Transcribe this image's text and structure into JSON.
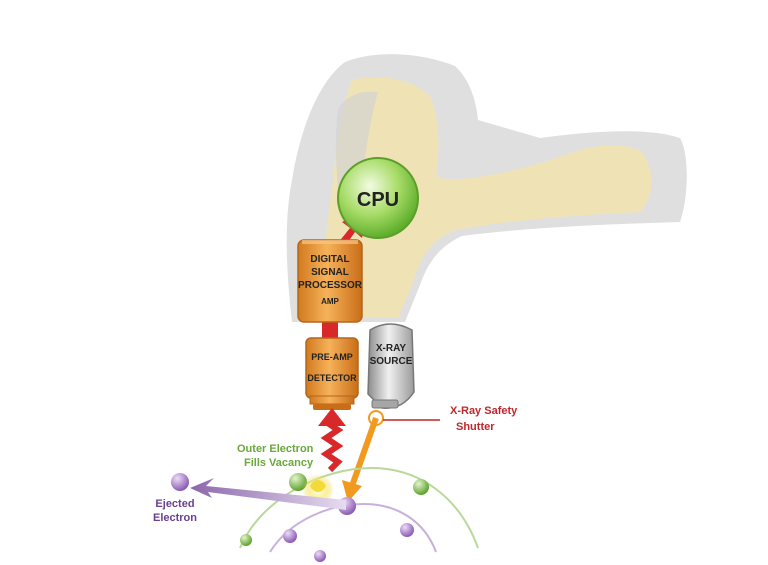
{
  "labels": {
    "cpu": "CPU",
    "dsp_line1": "DIGITAL",
    "dsp_line2": "SIGNAL",
    "dsp_line3": "PROCESSOR",
    "amp": "AMP",
    "preamp": "PRE-AMP",
    "detector": "DETECTOR",
    "xray_line1": "X-RAY",
    "xray_line2": "SOURCE",
    "shutter_line1": "X-Ray Safety",
    "shutter_line2": "Shutter",
    "outer_line1": "Outer Electron",
    "outer_line2": "Fills Vacancy",
    "ejected_line1": "Ejected",
    "ejected_line2": "Electron"
  },
  "colors": {
    "housing_gray": "#dcdcdc",
    "housing_yellow": "#f3e2a4",
    "cpu_green": "#8fcf4a",
    "module_orange": "#e8952f",
    "arrow_red": "#d8282a",
    "xray_arrow_orange": "#f19a1e",
    "shutter_label_red": "#c0272d",
    "outer_label_green": "#6aa83a",
    "ejected_label_purple": "#6b3f8f",
    "electron_purple": "#b490d0",
    "electron_green": "#7fbf4a",
    "orbit_green": "#b8d99a",
    "orbit_purple": "#c8b0dc"
  }
}
